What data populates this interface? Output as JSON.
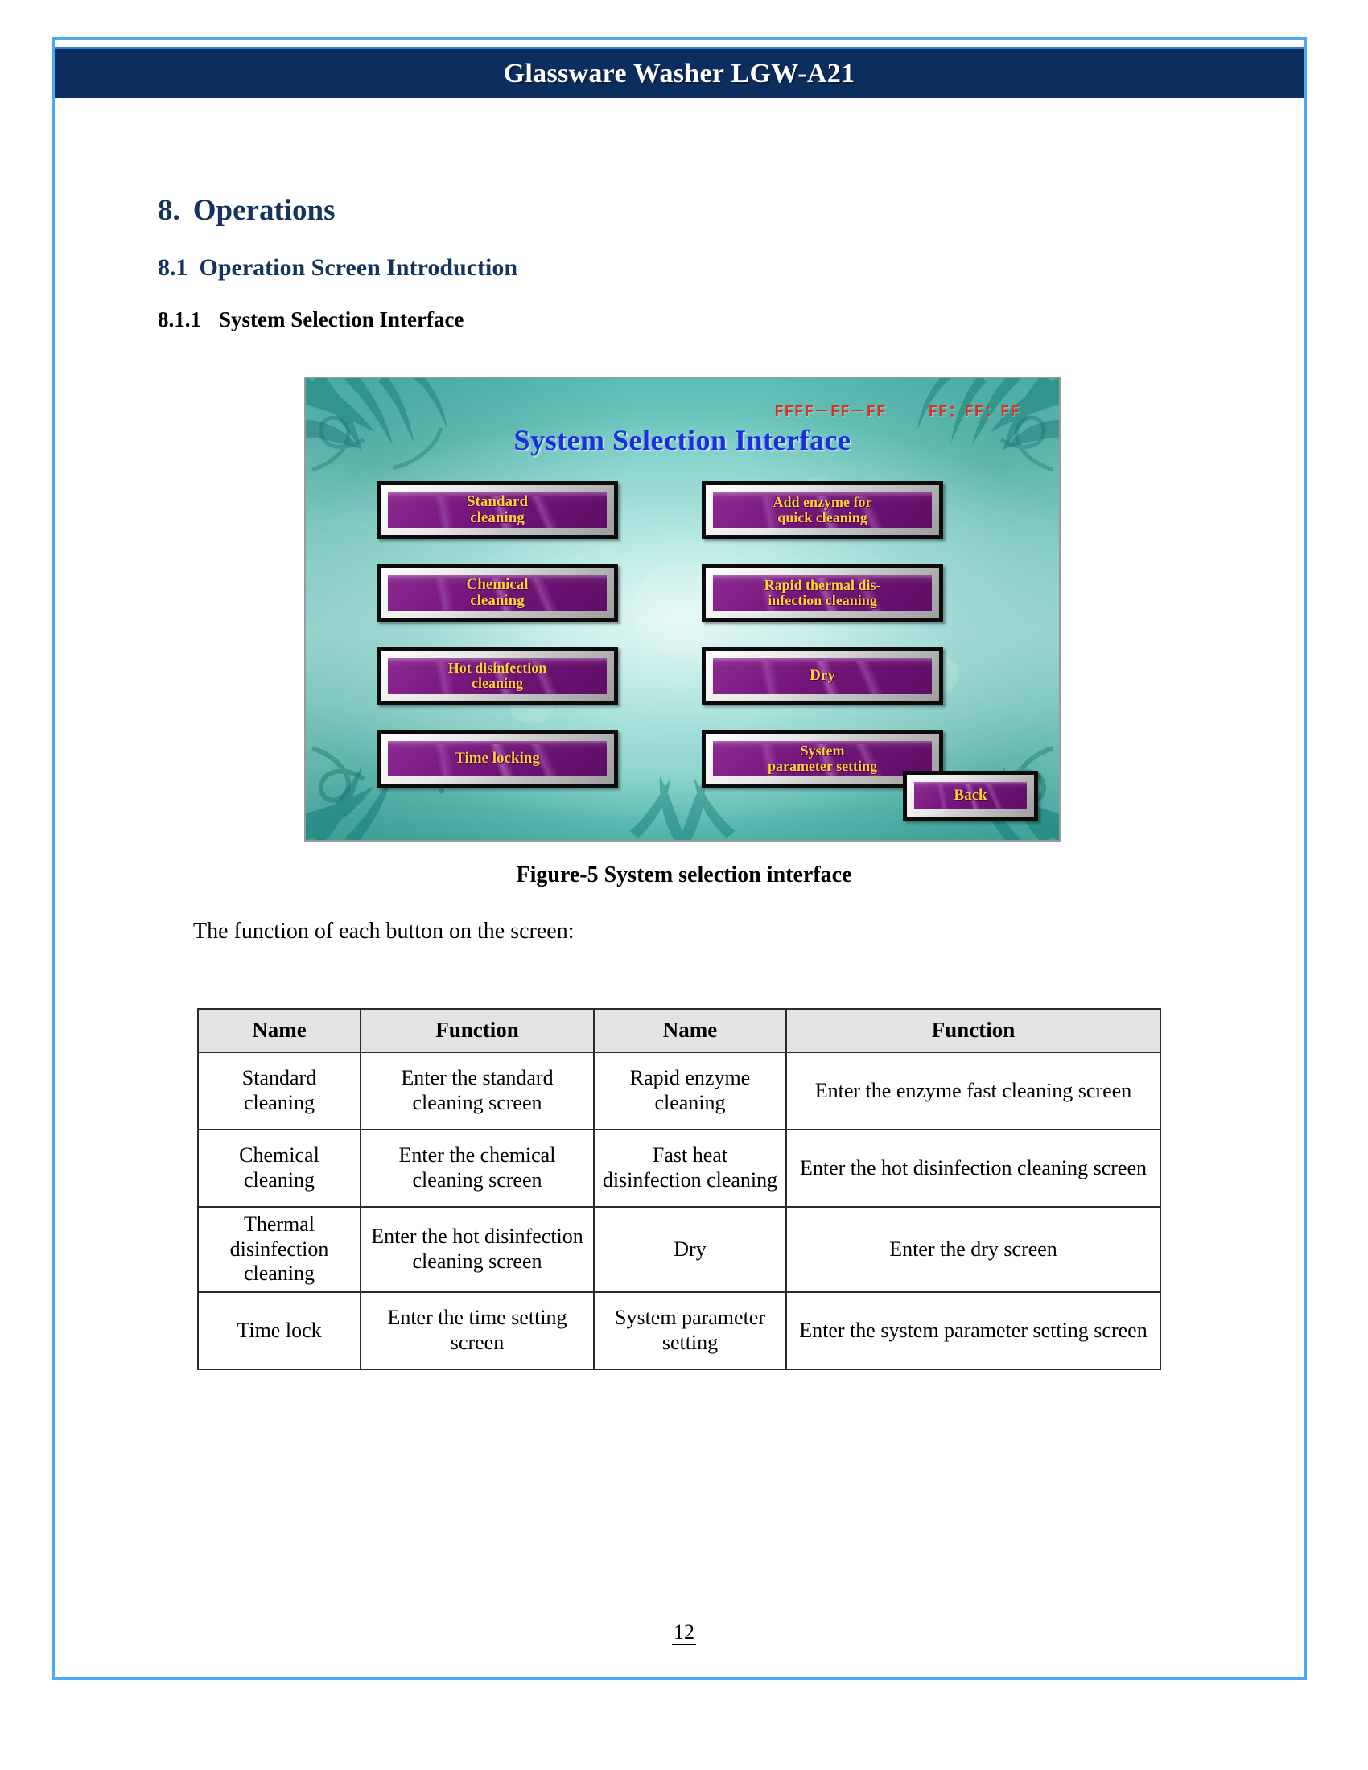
{
  "header": {
    "title": "Glassware Washer LGW-A21"
  },
  "headings": {
    "h1_number": "8.",
    "h1_text": "Operations",
    "h2_number": "8.1",
    "h2_text": "Operation Screen Introduction",
    "h3_number": "8.1.1",
    "h3_text": "System Selection Interface"
  },
  "figure": {
    "caption": "Figure-5 System selection interface",
    "hmi": {
      "title": "System Selection Interface",
      "date_placeholder": "FFFF－FF－FF",
      "time_placeholder": "FF：FF：FF",
      "buttons": [
        {
          "label": "Standard\ncleaning"
        },
        {
          "label": "Add enzyme for\nquick cleaning"
        },
        {
          "label": "Chemical\ncleaning"
        },
        {
          "label": "Rapid thermal dis-\ninfection cleaning"
        },
        {
          "label": "Hot disinfection\ncleaning"
        },
        {
          "label": "Dry"
        },
        {
          "label": "Time locking"
        },
        {
          "label": "System\nparameter setting"
        }
      ],
      "back_label": "Back",
      "colors": {
        "background_teal": "#8fd8d0",
        "button_face_purple": "#74157a",
        "button_text_gold": "#ffd23a",
        "title_blue": "#1a30e0",
        "datetime_red": "#d2352c"
      }
    }
  },
  "paragraph": "The function of each button on the screen:",
  "table": {
    "headers": [
      "Name",
      "Function",
      "Name",
      "Function"
    ],
    "rows": [
      [
        "Standard cleaning",
        "Enter the standard cleaning screen",
        "Rapid enzyme cleaning",
        "Enter the enzyme fast cleaning screen"
      ],
      [
        "Chemical cleaning",
        "Enter the chemical cleaning screen",
        "Fast heat disinfection cleaning",
        "Enter the hot disinfection cleaning screen"
      ],
      [
        "Thermal disinfection cleaning",
        "Enter the hot disinfection cleaning screen",
        "Dry",
        "Enter the dry screen"
      ],
      [
        "Time lock",
        "Enter the time setting screen",
        "System parameter setting",
        "Enter the system parameter setting screen"
      ]
    ]
  },
  "footer": {
    "page_number": "12"
  },
  "theme": {
    "header_navy": "#0b2e5e",
    "heading_navy": "#16335e",
    "page_border_blue": "#4aa8f5",
    "table_header_gray": "#e3e3e3"
  }
}
